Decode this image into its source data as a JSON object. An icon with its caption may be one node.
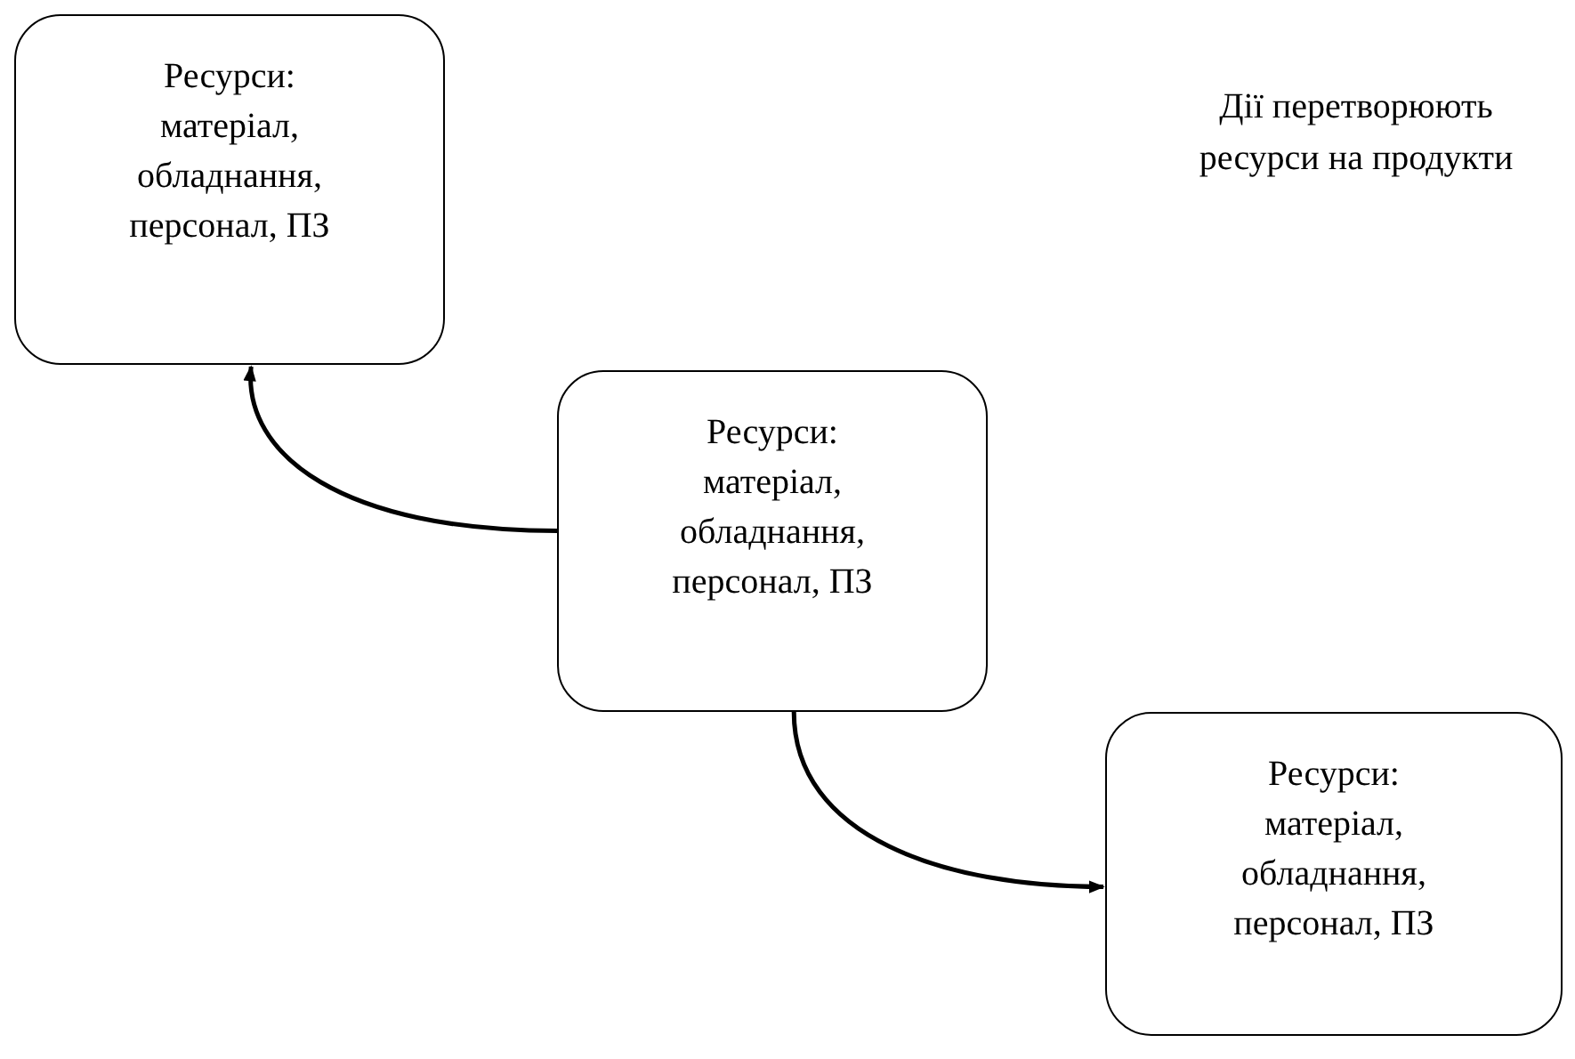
{
  "diagram": {
    "nodes": [
      {
        "text": [
          "Ресурси: матеріал, обладнання, персонал, ПЗ"
        ]
      },
      {
        "text": [
          "Ресурси: матеріал, обладнання, персонал, ПЗ"
        ]
      },
      {
        "text": [
          "Ресурси: матеріал, обладнання, персонал, ПЗ"
        ]
      }
    ],
    "edges": [
      {
        "from": 1,
        "to": 0,
        "arrow": "to"
      },
      {
        "from": 1,
        "to": 2,
        "arrow": "to"
      }
    ],
    "labels": [
      "Дії перетворюють ресурси на продукти"
    ]
  }
}
